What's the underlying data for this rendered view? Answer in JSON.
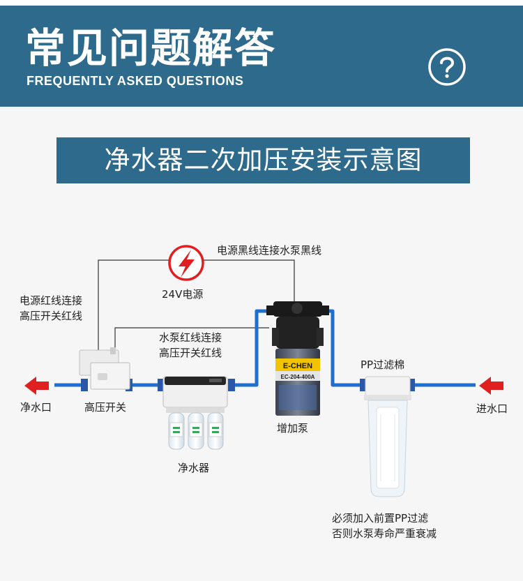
{
  "header": {
    "title": "常见问题解答",
    "subtitle": "FREQUENTLY ASKED QUESTIONS",
    "help_icon": "question-circle-icon"
  },
  "diagram": {
    "title": "净水器二次加压安装示意图",
    "labels": {
      "black_wire": "电源黑线连接水泵黑线",
      "power_supply": "24V电源",
      "red_wire_switch_line1": "电源红线连接",
      "red_wire_switch_line2": "高压开关红线",
      "pump_red_wire_line1": "水泵红线连接",
      "pump_red_wire_line2": "高压开关红线",
      "pp_filter": "PP过滤棉",
      "outlet": "净水口",
      "pressure_switch": "高压开关",
      "booster_pump": "增加泵",
      "inlet": "进水口",
      "purifier": "净水器",
      "note_line1": "必须加入前置PP过滤",
      "note_line2": "否则水泵寿命严重衰减"
    },
    "pump_label": {
      "brand": "E-CHEN",
      "model": "EC-204-400A"
    },
    "colors": {
      "header": "#2d6a8c",
      "pipe": "#1f6fcf",
      "arrow": "#e02020",
      "power_icon": "#e02020"
    }
  }
}
